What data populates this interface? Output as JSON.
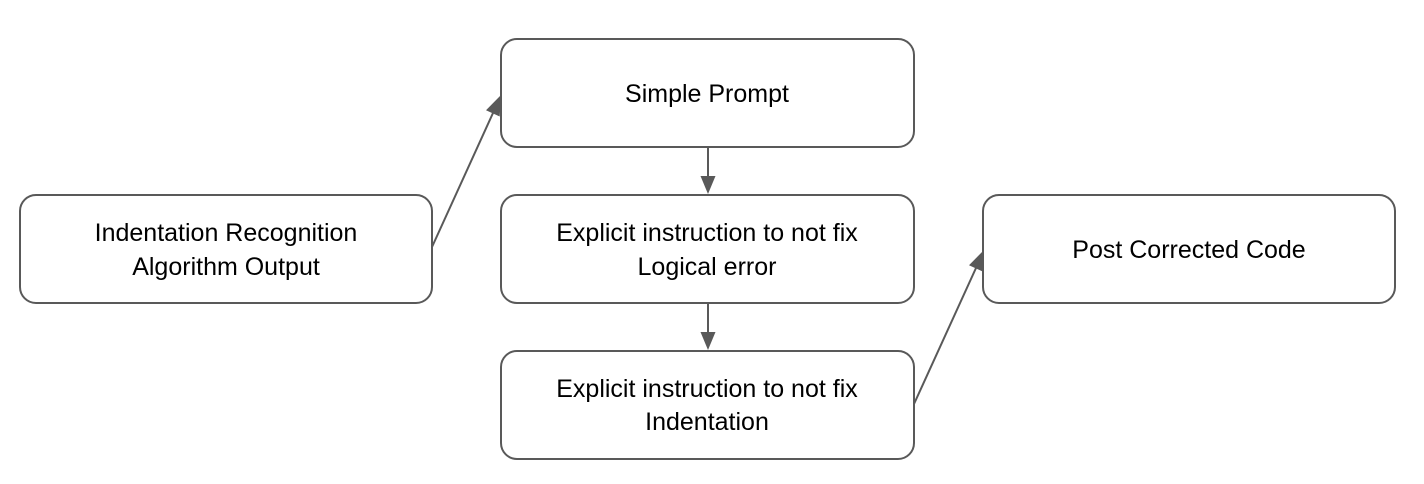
{
  "diagram": {
    "nodes": {
      "indentation_output": {
        "line1": "Indentation Recognition",
        "line2": "Algorithm Output"
      },
      "simple_prompt": {
        "line1": "Simple Prompt"
      },
      "no_fix_logical": {
        "line1": "Explicit instruction to not fix",
        "line2": "Logical error"
      },
      "no_fix_indentation": {
        "line1": "Explicit instruction to not fix",
        "line2": "Indentation"
      },
      "post_corrected": {
        "line1": "Post Corrected Code"
      }
    },
    "edges": [
      {
        "from": "Indentation Recognition Algorithm Output",
        "to": "Simple Prompt"
      },
      {
        "from": "Simple Prompt",
        "to": "Explicit instruction to not fix Logical error"
      },
      {
        "from": "Explicit instruction to not fix Logical error",
        "to": "Explicit instruction to not fix Indentation"
      },
      {
        "from": "Explicit instruction to not fix Indentation",
        "to": "Post Corrected Code"
      }
    ]
  }
}
